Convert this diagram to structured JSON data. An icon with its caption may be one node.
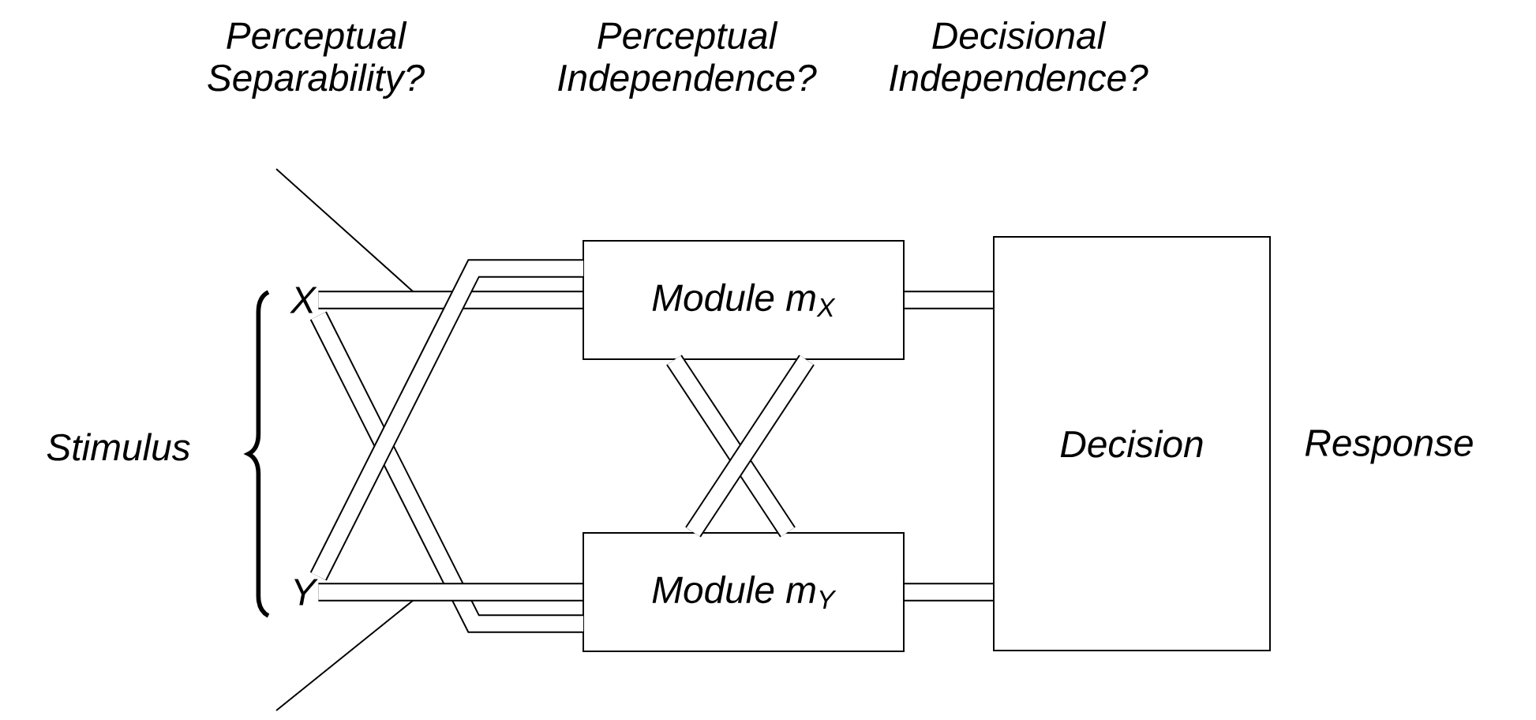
{
  "diagram": {
    "nodes": [
      {
        "text": [
          "X"
        ]
      },
      {
        "text": [
          "Y"
        ]
      },
      {
        "text": [
          "Module m$_{X}$"
        ]
      },
      {
        "text": [
          "Module m$_{Y}$"
        ]
      },
      {
        "text": [
          "Decision"
        ]
      }
    ],
    "edges": [
      {
        "from": 0,
        "to": 2,
        "arrow": "none"
      },
      {
        "from": 0,
        "to": 3,
        "arrow": "none"
      },
      {
        "from": 1,
        "to": 2,
        "arrow": "none"
      },
      {
        "from": 1,
        "to": 3,
        "arrow": "none"
      },
      {
        "from": 2,
        "to": 3,
        "arrow": "none"
      },
      {
        "from": 3,
        "to": 2,
        "arrow": "none"
      },
      {
        "from": 2,
        "to": 4,
        "arrow": "none"
      },
      {
        "from": 3,
        "to": 4,
        "arrow": "none"
      }
    ],
    "labels": [
      "Perceptual Separability?",
      "Perceptual Independence?",
      "Decisional Independence?",
      "Stimulus",
      "Response"
    ]
  }
}
